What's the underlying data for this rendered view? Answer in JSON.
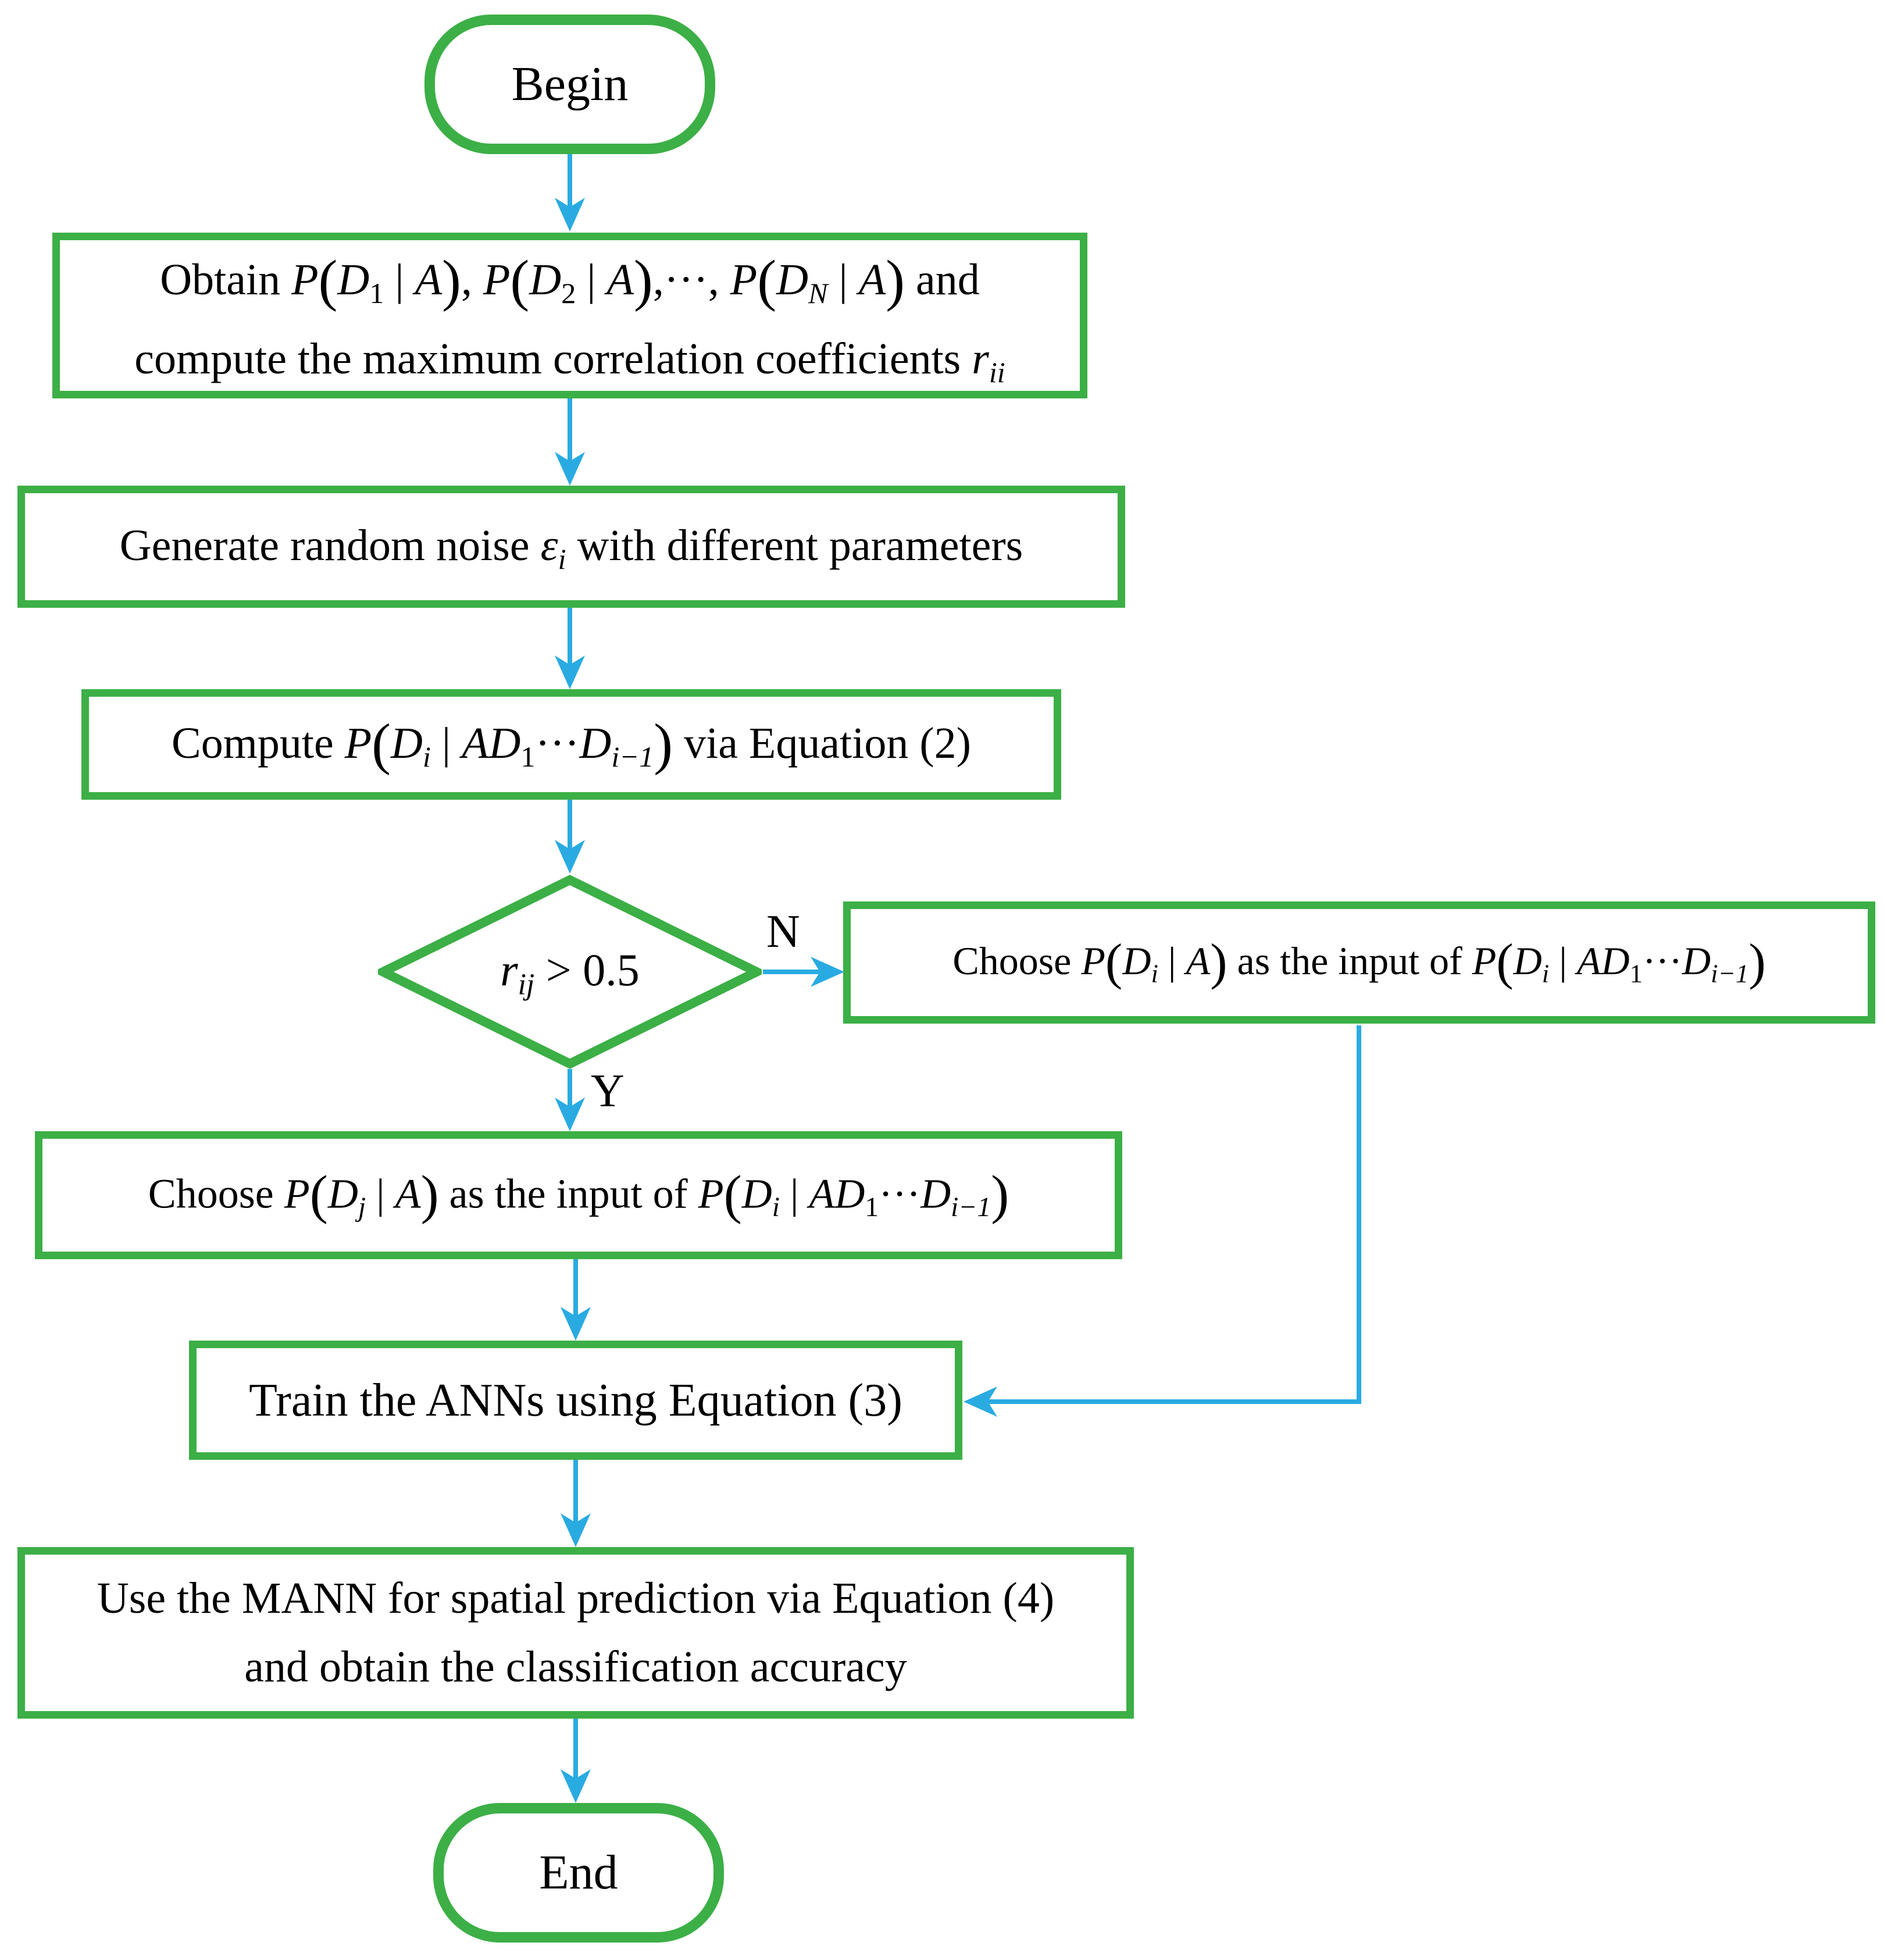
{
  "diagram_type": "flowchart",
  "colors": {
    "node_border_green": "#3CAF46",
    "arrow_blue": "#29ABE2",
    "text": "#000000",
    "background": "#FFFFFF"
  },
  "labels": {
    "no": "N",
    "yes": "Y"
  },
  "nodes": {
    "begin": {
      "shape": "terminator",
      "plain": "Begin",
      "lines": [
        [
          {
            "t": "Begin"
          }
        ]
      ]
    },
    "obtain": {
      "shape": "process",
      "plain": "Obtain P(D1 | A), P(D2 | A),···, P(DN | A) and compute the maximum correlation coefficients rii",
      "lines": [
        [
          {
            "t": "Obtain "
          },
          {
            "i": "P"
          },
          {
            "p": "("
          },
          {
            "i": "D"
          },
          {
            "s": "1"
          },
          {
            "t": " | "
          },
          {
            "i": "A"
          },
          {
            "p": ")"
          },
          {
            "t": ", "
          },
          {
            "i": "P"
          },
          {
            "p": "("
          },
          {
            "i": "D"
          },
          {
            "s": "2"
          },
          {
            "t": " | "
          },
          {
            "i": "A"
          },
          {
            "p": ")"
          },
          {
            "t": ",···, "
          },
          {
            "i": "P"
          },
          {
            "p": "("
          },
          {
            "i": "D"
          },
          {
            "si": "N"
          },
          {
            "t": " | "
          },
          {
            "i": "A"
          },
          {
            "p": ")"
          },
          {
            "t": " and"
          }
        ],
        [
          {
            "t": "compute the maximum correlation coefficients "
          },
          {
            "i": "r"
          },
          {
            "si": "ii"
          }
        ]
      ]
    },
    "noise": {
      "shape": "process",
      "plain": "Generate random noise εi with different parameters",
      "lines": [
        [
          {
            "t": "Generate random noise "
          },
          {
            "i": "ε"
          },
          {
            "si": "i"
          },
          {
            "t": " with different parameters"
          }
        ]
      ]
    },
    "compute": {
      "shape": "process",
      "plain": "Compute P(Di | AD1···Di−1) via Equation (2)",
      "lines": [
        [
          {
            "t": "Compute "
          },
          {
            "i": "P"
          },
          {
            "p": "("
          },
          {
            "i": "D"
          },
          {
            "si": "i"
          },
          {
            "t": " | "
          },
          {
            "i": "AD"
          },
          {
            "s": "1"
          },
          {
            "t": "···"
          },
          {
            "i": "D"
          },
          {
            "si": "i−1"
          },
          {
            "p": ")"
          },
          {
            "t": " via Equation (2)"
          }
        ]
      ]
    },
    "decision": {
      "shape": "decision",
      "plain": "rij > 0.5",
      "lines": [
        [
          {
            "i": "r"
          },
          {
            "si": "ij"
          },
          {
            "t": " > 0.5"
          }
        ]
      ]
    },
    "choose_n": {
      "shape": "process",
      "plain": "Choose P(Di | A) as the input of P(Di | AD1···Di−1)",
      "lines": [
        [
          {
            "t": "Choose "
          },
          {
            "i": "P"
          },
          {
            "p": "("
          },
          {
            "i": "D"
          },
          {
            "si": "i"
          },
          {
            "t": " | "
          },
          {
            "i": "A"
          },
          {
            "p": ")"
          },
          {
            "t": " as the input of "
          },
          {
            "i": "P"
          },
          {
            "p": "("
          },
          {
            "i": "D"
          },
          {
            "si": "i"
          },
          {
            "t": " | "
          },
          {
            "i": "AD"
          },
          {
            "s": "1"
          },
          {
            "t": "···"
          },
          {
            "i": "D"
          },
          {
            "si": "i−1"
          },
          {
            "p": ")"
          }
        ]
      ]
    },
    "choose_y": {
      "shape": "process",
      "plain": "Choose P(Dj | A) as the input of P(Di | AD1···Di−1)",
      "lines": [
        [
          {
            "t": "Choose "
          },
          {
            "i": "P"
          },
          {
            "p": "("
          },
          {
            "i": "D"
          },
          {
            "si": "j"
          },
          {
            "t": " | "
          },
          {
            "i": "A"
          },
          {
            "p": ")"
          },
          {
            "t": " as the input of "
          },
          {
            "i": "P"
          },
          {
            "p": "("
          },
          {
            "i": "D"
          },
          {
            "si": "i"
          },
          {
            "t": " | "
          },
          {
            "i": "AD"
          },
          {
            "s": "1"
          },
          {
            "t": "···"
          },
          {
            "i": "D"
          },
          {
            "si": "i−1"
          },
          {
            "p": ")"
          }
        ]
      ]
    },
    "train": {
      "shape": "process",
      "plain": "Train the ANNs using Equation (3)",
      "lines": [
        [
          {
            "t": "Train the ANNs using Equation (3)"
          }
        ]
      ]
    },
    "mann": {
      "shape": "process",
      "plain": "Use the MANN for spatial prediction via Equation (4) and obtain the classification accuracy",
      "lines": [
        [
          {
            "t": "Use the MANN for spatial prediction via Equation (4)"
          }
        ],
        [
          {
            "t": "and obtain the classification accuracy"
          }
        ]
      ]
    },
    "end": {
      "shape": "terminator",
      "plain": "End",
      "lines": [
        [
          {
            "t": "End"
          }
        ]
      ]
    }
  },
  "edges": [
    {
      "from": "begin",
      "to": "obtain",
      "label": ""
    },
    {
      "from": "obtain",
      "to": "noise",
      "label": ""
    },
    {
      "from": "noise",
      "to": "compute",
      "label": ""
    },
    {
      "from": "compute",
      "to": "decision",
      "label": ""
    },
    {
      "from": "decision",
      "to": "choose_n",
      "label": "N"
    },
    {
      "from": "decision",
      "to": "choose_y",
      "label": "Y"
    },
    {
      "from": "choose_y",
      "to": "train",
      "label": ""
    },
    {
      "from": "choose_n",
      "to": "train",
      "label": ""
    },
    {
      "from": "train",
      "to": "mann",
      "label": ""
    },
    {
      "from": "mann",
      "to": "end",
      "label": ""
    }
  ]
}
